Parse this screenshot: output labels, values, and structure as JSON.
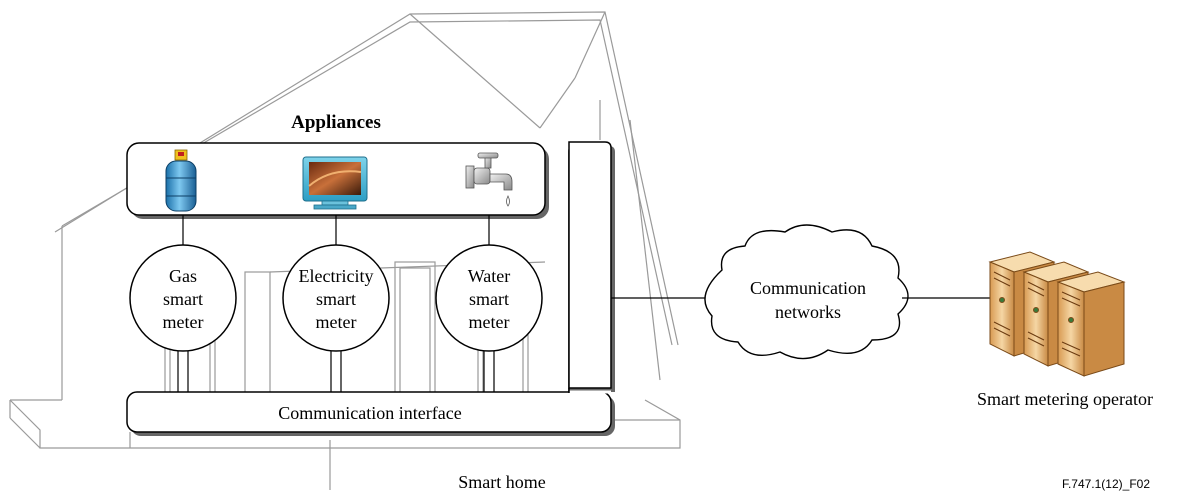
{
  "diagram": {
    "appliances_title": "Appliances",
    "meters": [
      {
        "line1": "Gas",
        "line2": "smart",
        "line3": "meter"
      },
      {
        "line1": "Electricity",
        "line2": "smart",
        "line3": "meter"
      },
      {
        "line1": "Water",
        "line2": "smart",
        "line3": "meter"
      }
    ],
    "communication_interface": "Communication interface",
    "network_line1": "Communication",
    "network_line2": "networks",
    "smart_home": "Smart home",
    "operator": "Smart metering operator",
    "figure_id": "F.747.1(12)_F02"
  },
  "icons": [
    "gas-cylinder-icon",
    "tv-icon",
    "water-tap-icon",
    "server-rack-icon"
  ]
}
